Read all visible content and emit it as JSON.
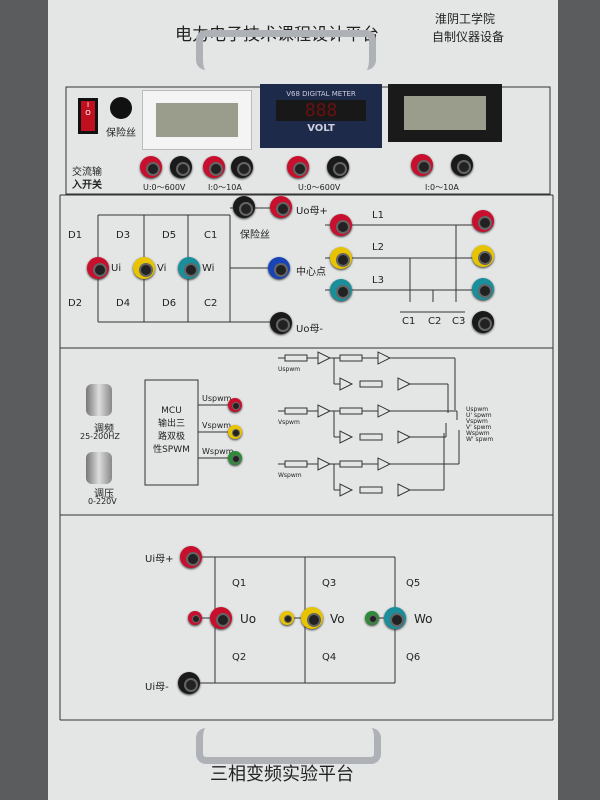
{
  "header": {
    "title": "电力电子技术课程设计平台",
    "org_line1": "淮阴工学院",
    "org_line2": "自制仪器设备"
  },
  "power": {
    "fuse": "保险丝",
    "switch_line1": "交流输",
    "switch_line2": "入开关",
    "switch_on": "I",
    "switch_off": "O"
  },
  "meters": {
    "digital_brand": "V68 DIGITAL METER",
    "digital_reading": "888",
    "digital_unit": "VOLT",
    "labels": [
      "U:0～600V",
      "I:0～10A",
      "U:0～600V",
      "I:0～10A"
    ]
  },
  "rectifier": {
    "diodes": [
      "D1",
      "D2",
      "D3",
      "D4",
      "D5",
      "D6"
    ],
    "caps": [
      "C1",
      "C2"
    ],
    "inputs": [
      "Ui",
      "Vi",
      "Wi"
    ],
    "fuse": "保险丝",
    "bus_plus": "Uo母+",
    "center": "中心点",
    "bus_minus": "Uo母-",
    "inductors": [
      "L1",
      "L2",
      "L3"
    ],
    "filter_caps": [
      "C1",
      "C2",
      "C3"
    ]
  },
  "control": {
    "freq_label": "调频",
    "freq_range": "25-200HZ",
    "volt_label": "调压",
    "volt_range": "0-220V",
    "mcu_lines": [
      "MCU",
      "输出三",
      "路双极",
      "性SPWM"
    ],
    "mcu_outputs": [
      "Uspwm",
      "Vspwm",
      "Wspwm"
    ],
    "driver_inputs": [
      "Uspwm",
      "Vspwm",
      "Wspwm"
    ],
    "driver_outputs": [
      "Uspwm",
      "U' spwm",
      "Vspwm",
      "V' spwm",
      "Wspwm",
      "W' spwm"
    ]
  },
  "inverter": {
    "bus_plus": "Ui母+",
    "bus_minus": "Ui母-",
    "switches": [
      "Q1",
      "Q2",
      "Q3",
      "Q4",
      "Q5",
      "Q6"
    ],
    "outputs": [
      "Uo",
      "Vo",
      "Wo"
    ]
  },
  "footer": {
    "title": "三相变频实验平台"
  }
}
